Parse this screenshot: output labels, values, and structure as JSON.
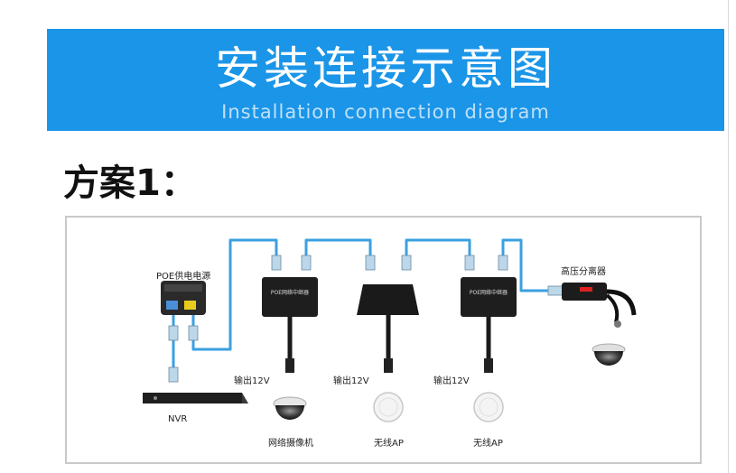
{
  "header": {
    "title": "安装连接示意图",
    "subtitle": "Installation connection diagram"
  },
  "scheme": {
    "title": "方案1："
  },
  "diagram": {
    "labels": {
      "poe_supply": "POE供电电源",
      "nvr": "NVR",
      "output_1": "输出12V",
      "output_2": "输出12V",
      "output_3": "输出12V",
      "camera": "网络摄像机",
      "ap_1": "无线AP",
      "ap_2": "无线AP",
      "splitter": "高压分离器"
    },
    "device_text": {
      "repeater_1": "POE网络中继器",
      "repeater_2": "POE网络中继器"
    },
    "colors": {
      "banner": "#1a95e8",
      "cable": "#3aa0e0",
      "device": "#1e1e1e"
    }
  }
}
